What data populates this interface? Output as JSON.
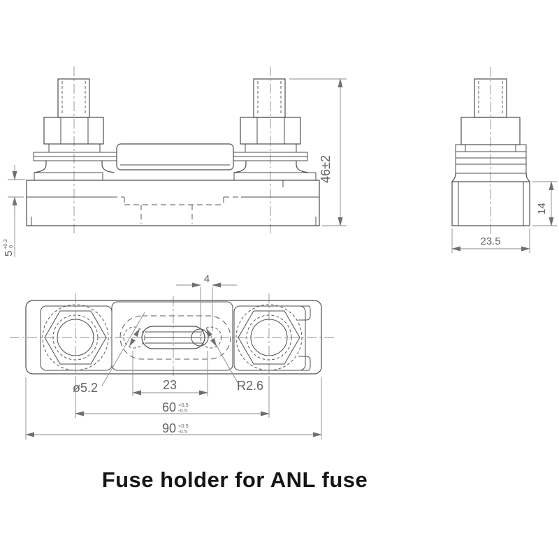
{
  "drawing": {
    "caption": "Fuse holder for ANL fuse",
    "dimensions": {
      "front": {
        "overall_height": "46±2",
        "step_height": "5",
        "step_tol_upper": "+0.3",
        "step_tol_lower": "0"
      },
      "side": {
        "base_height": "14",
        "base_width": "23.5"
      },
      "top": {
        "slot_end_width": "4",
        "hole_diameter": "ø5.2",
        "slot_length": "23",
        "corner_radius": "R2.6",
        "stud_spacing": "60",
        "stud_spacing_tol_upper": "+0.5",
        "stud_spacing_tol_lower": "-0.5",
        "overall_length": "90",
        "overall_length_tol_upper": "+0.5",
        "overall_length_tol_lower": "-0.5"
      }
    },
    "colors": {
      "object_line": "#4d4d4d",
      "dimension_line": "#8a8a8a",
      "dimension_text": "#636363",
      "caption_text": "#161616",
      "background": "#ffffff"
    }
  }
}
